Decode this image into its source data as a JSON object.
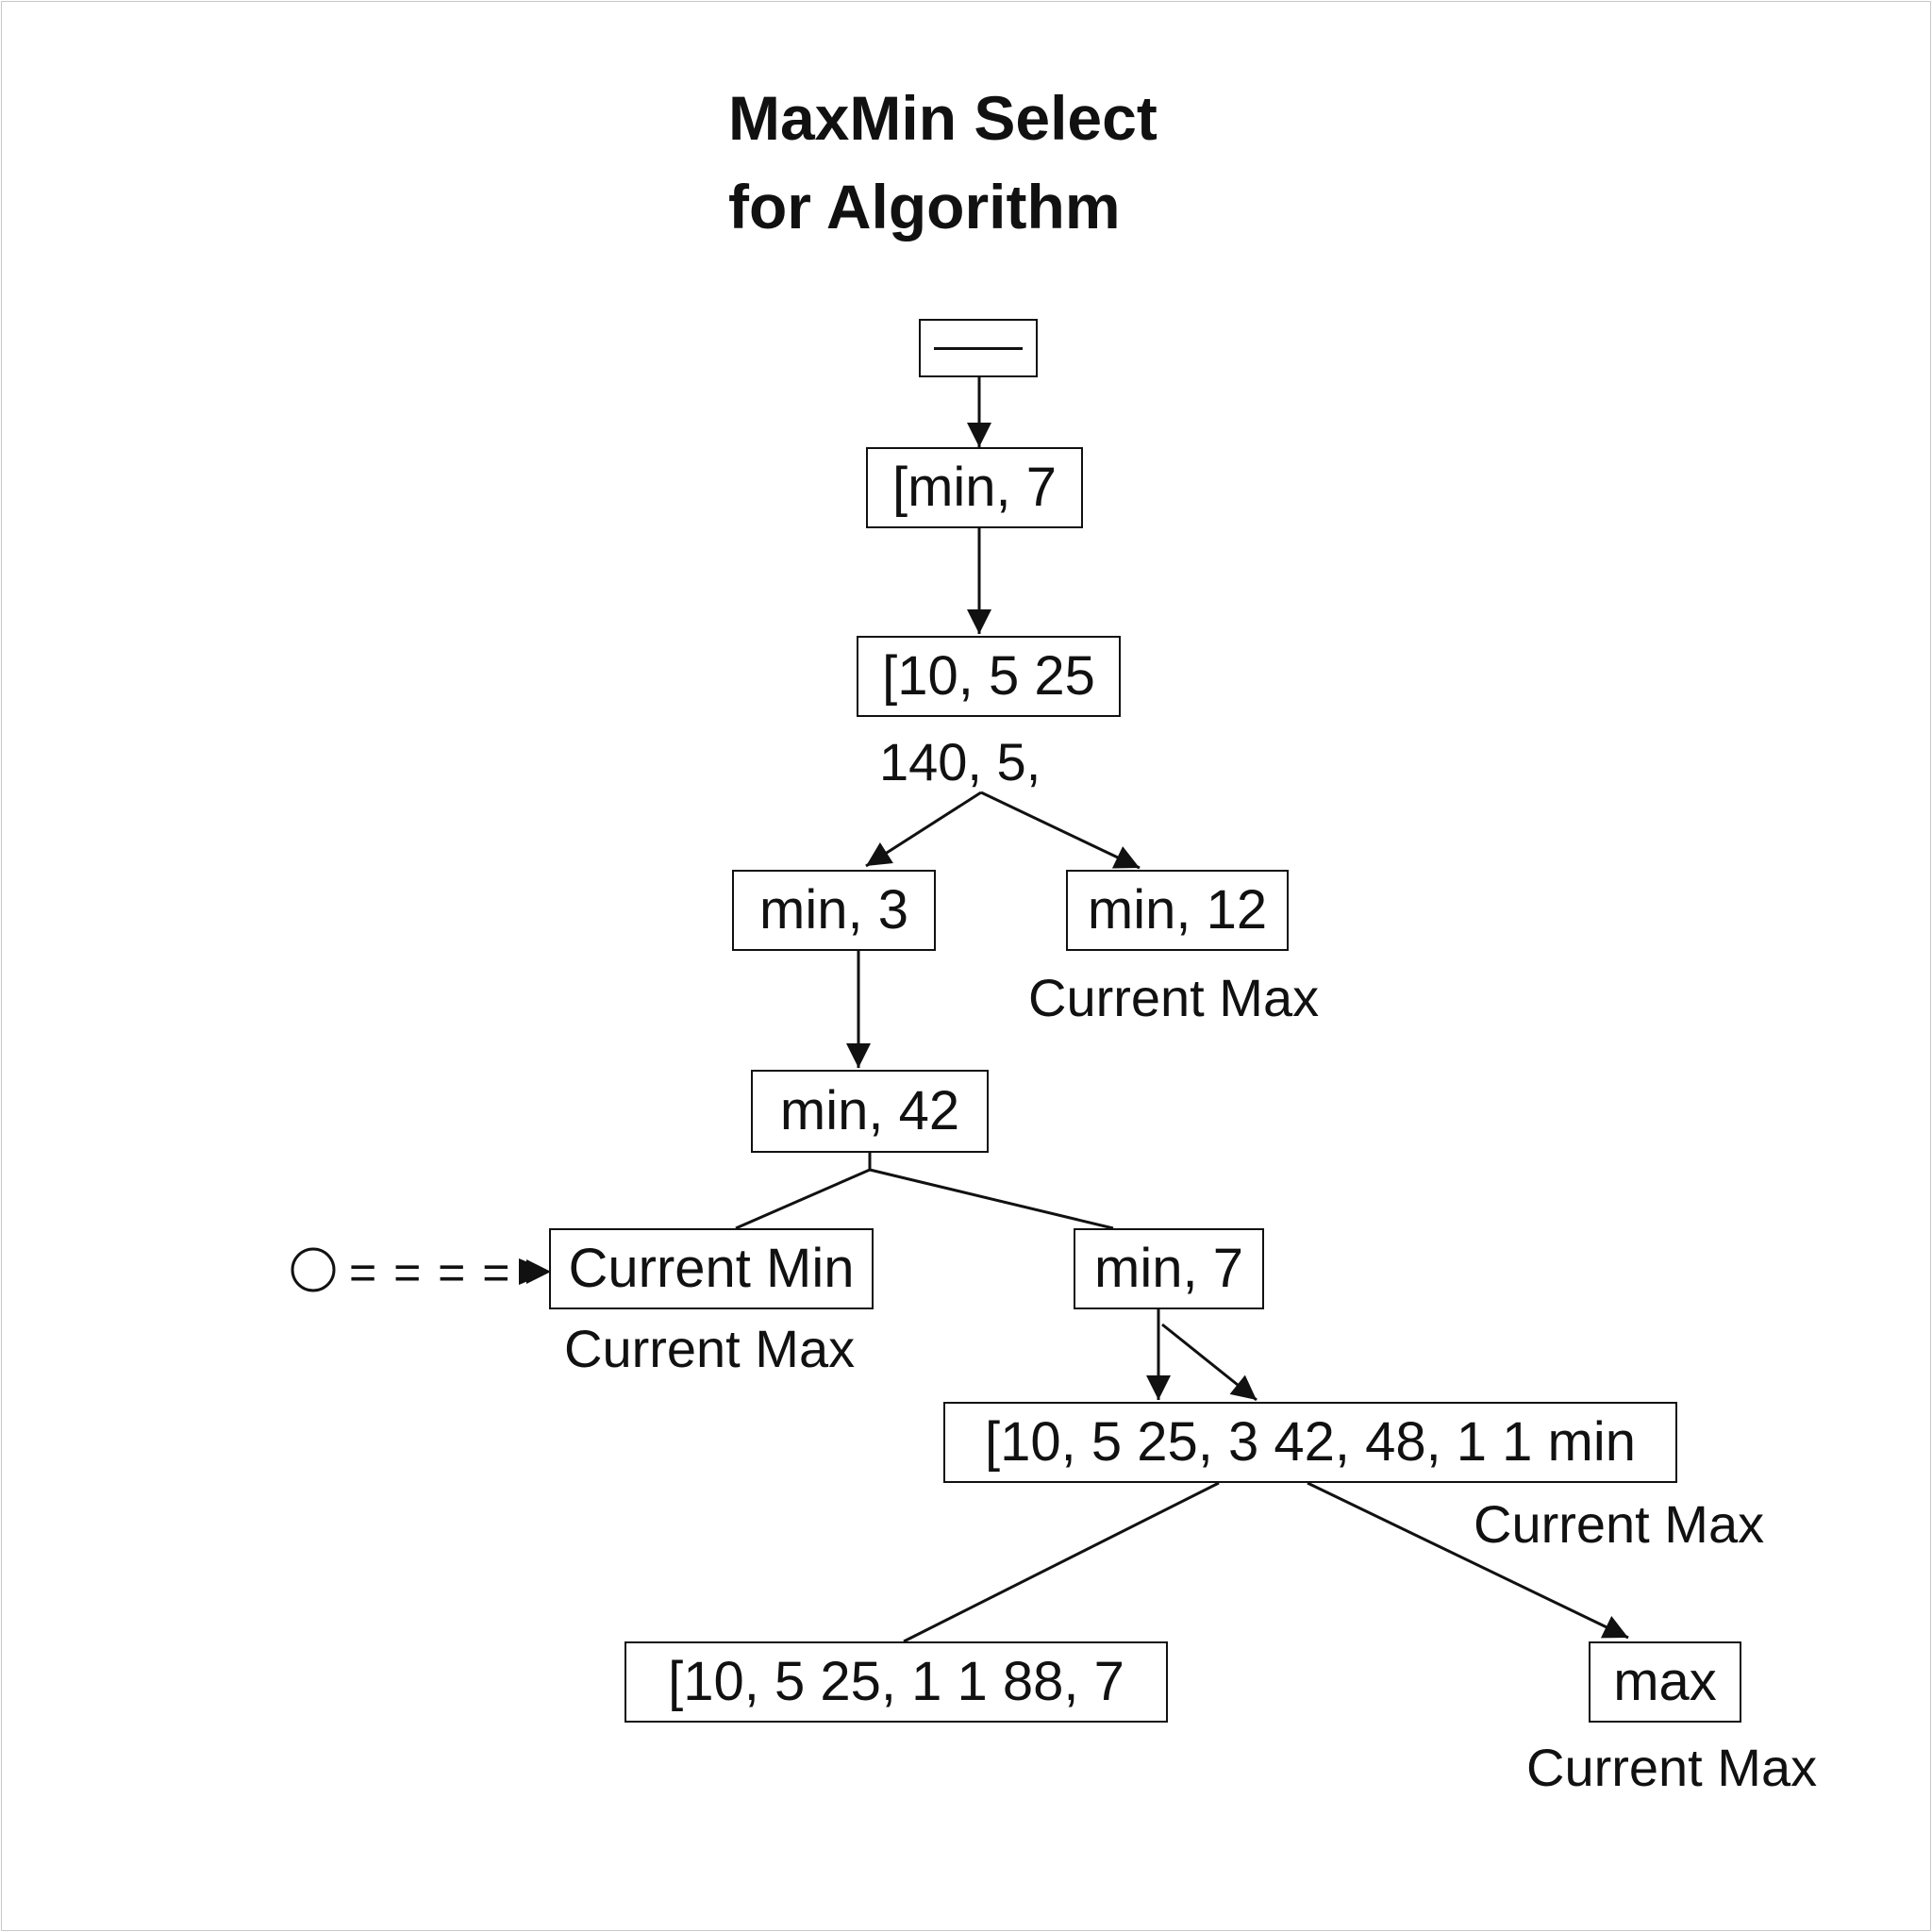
{
  "title": {
    "line1": "MaxMin Select",
    "line2": "for Algorithm"
  },
  "nodes": {
    "root": "",
    "n1": "[min, 7",
    "n2": "[10, 5 25",
    "n3": "min, 3",
    "n4": "min, 12",
    "n5": "min, 42",
    "n6": "Current Min",
    "n7": "min, 7",
    "n8": "[10, 5 25, 3 42, 48, 1 1 min",
    "n9": "[10, 5 25, 1 1 88, 7",
    "n10": "max"
  },
  "labels": {
    "under_n2": "140, 5,",
    "under_n4": "Current Max",
    "under_n6": "Current Max",
    "under_n8": "Current Max",
    "under_n10": "Current Max"
  },
  "dashed_connector": "= = = =",
  "colors": {
    "line": "#111111",
    "background": "#ffffff",
    "frame": "#c8c8c8"
  }
}
